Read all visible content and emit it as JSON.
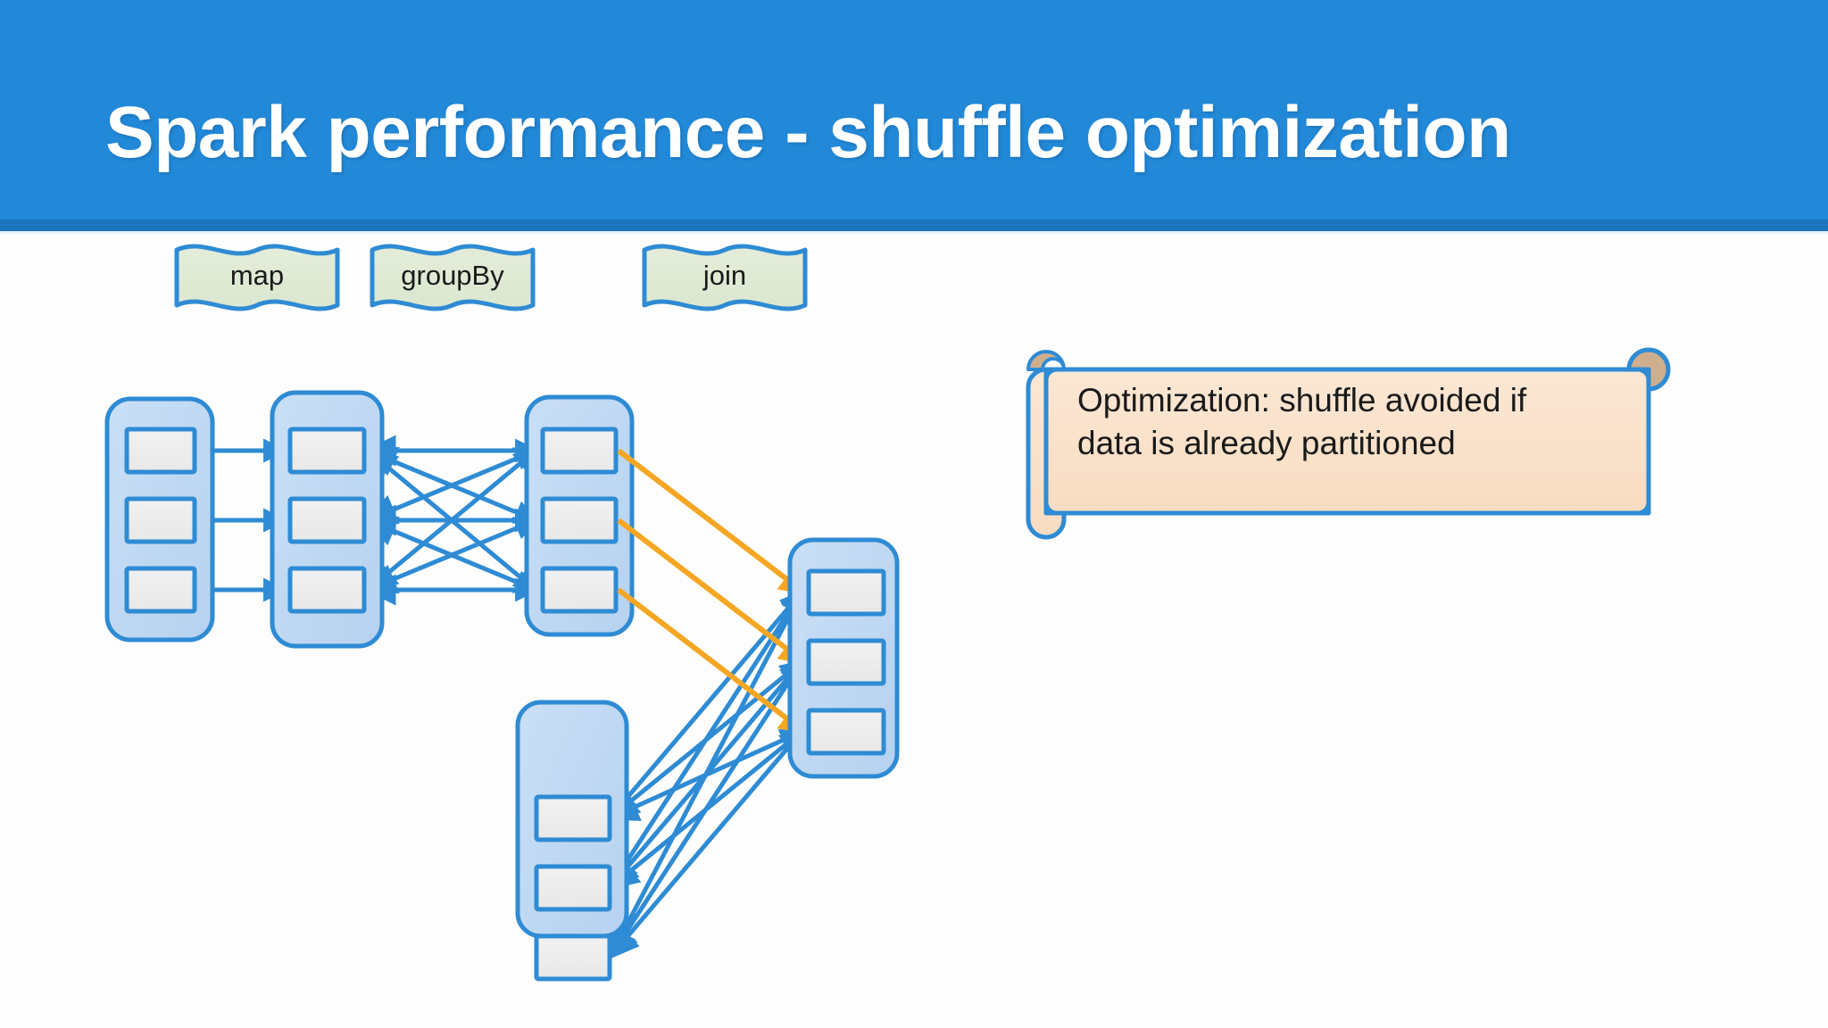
{
  "slide": {
    "title": "Spark performance - shuffle optimization",
    "header_bg": "#2288d8",
    "header_underbar": "#1b73ba",
    "body_bg": "#fdfdfd"
  },
  "stage_labels": [
    {
      "label": "map",
      "name": "stage-label-map"
    },
    {
      "label": "groupBy",
      "name": "stage-label-groupby"
    },
    {
      "label": "join",
      "name": "stage-label-join"
    }
  ],
  "note": {
    "line1": "Optimization: shuffle avoided if",
    "line2": "data is already partitioned",
    "fill": "#fae1c8",
    "stroke": "#2e8bd4",
    "curl_fill": "#cfae8e"
  },
  "palette": {
    "container_fill": "#bdd7f2",
    "container_stroke": "#2e8bd4",
    "box_fill": "#ededed",
    "box_stroke": "#2e8bd4",
    "arrow_blue": "#2e8bd4",
    "arrow_orange": "#f5a623",
    "banner_fill": "#dfe9d4",
    "banner_stroke": "#2e8bd4"
  },
  "partition_columns": [
    {
      "name": "partition-column-input",
      "partitions": 3,
      "caption": ""
    },
    {
      "name": "partition-column-mapped",
      "partitions": 3,
      "caption": ""
    },
    {
      "name": "partition-column-grouped",
      "partitions": 3,
      "caption": ""
    },
    {
      "name": "partition-column-other",
      "partitions": 3,
      "caption": ""
    },
    {
      "name": "partition-column-joined",
      "partitions": 3,
      "caption": ""
    }
  ]
}
